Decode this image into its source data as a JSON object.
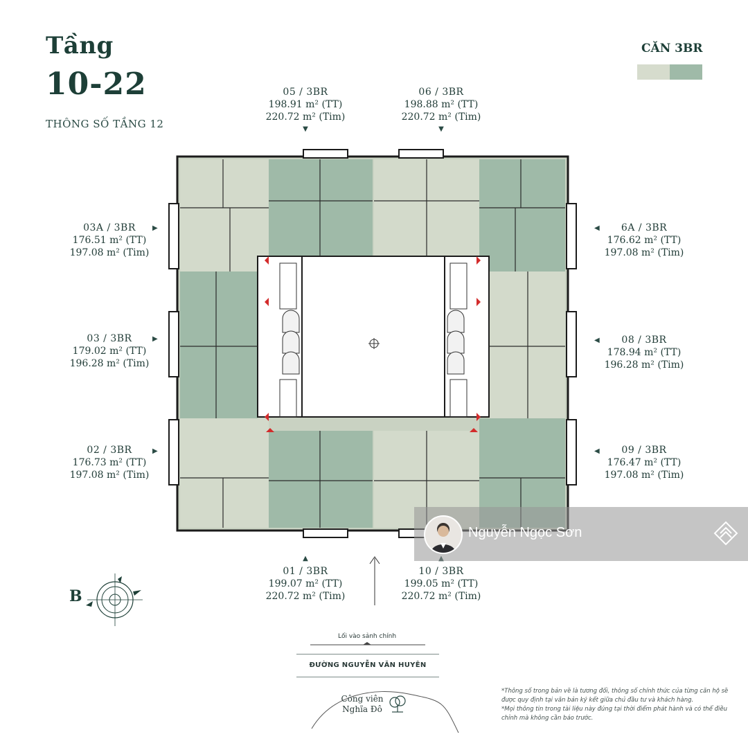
{
  "header": {
    "floor_label": "Tầng",
    "floor_range": "10-22",
    "subtitle": "THÔNG SỐ TẦNG 12"
  },
  "legend": {
    "label": "CĂN 3BR",
    "colors": [
      "#d6dccd",
      "#9fbaa8"
    ]
  },
  "units": [
    {
      "name": "05 / 3BR",
      "tt": "198.91  m² (TT)",
      "tim": "220.72 m² (Tim)"
    },
    {
      "name": "06 / 3BR",
      "tt": "198.88  m² (TT)",
      "tim": "220.72 m² (Tim)"
    },
    {
      "name": "03A / 3BR",
      "tt": "176.51  m² (TT)",
      "tim": "197.08 m² (Tim)"
    },
    {
      "name": "6A / 3BR",
      "tt": "176.62  m² (TT)",
      "tim": "197.08 m² (Tim)"
    },
    {
      "name": "03 / 3BR",
      "tt": "179.02   m² (TT)",
      "tim": "196.28 m² (Tim)"
    },
    {
      "name": "08 / 3BR",
      "tt": "178.94  m² (TT)",
      "tim": "196.28 m² (Tim)"
    },
    {
      "name": "02 / 3BR",
      "tt": "176.73  m² (TT)",
      "tim": "197.08 m² (Tim)"
    },
    {
      "name": "09 / 3BR",
      "tt": "176.47  m² (TT)",
      "tim": "197.08 m² (Tim)"
    },
    {
      "name": "01 / 3BR",
      "tt": "199.07   m² (TT)",
      "tim": "220.72 m² (Tim)"
    },
    {
      "name": "10 / 3BR",
      "tt": "199.05  m² (TT)",
      "tim": "220.72 m² (Tim)"
    }
  ],
  "compass": {
    "letter": "B"
  },
  "site": {
    "lobby_entrance": "Lối vào sảnh chính",
    "street": "ĐƯỜNG NGUYỄN VĂN HUYÊN",
    "park_line1": "Công viên",
    "park_line2": "Nghĩa Đô"
  },
  "notes": {
    "line1": "*Thông số trong bản vẽ là tương đối, thông số chính thức của từng căn hộ sẽ",
    "line2": "được quy định tại văn bản ký kết giữa chủ đầu tư và khách hàng.",
    "line3": "*Mọi thông tin trong tài liệu này đúng tại thời điểm phát hành và có thể điều",
    "line4": "chỉnh mà không cần báo trước."
  },
  "watermark": {
    "name": "Nguyễn Ngọc Sơn"
  }
}
